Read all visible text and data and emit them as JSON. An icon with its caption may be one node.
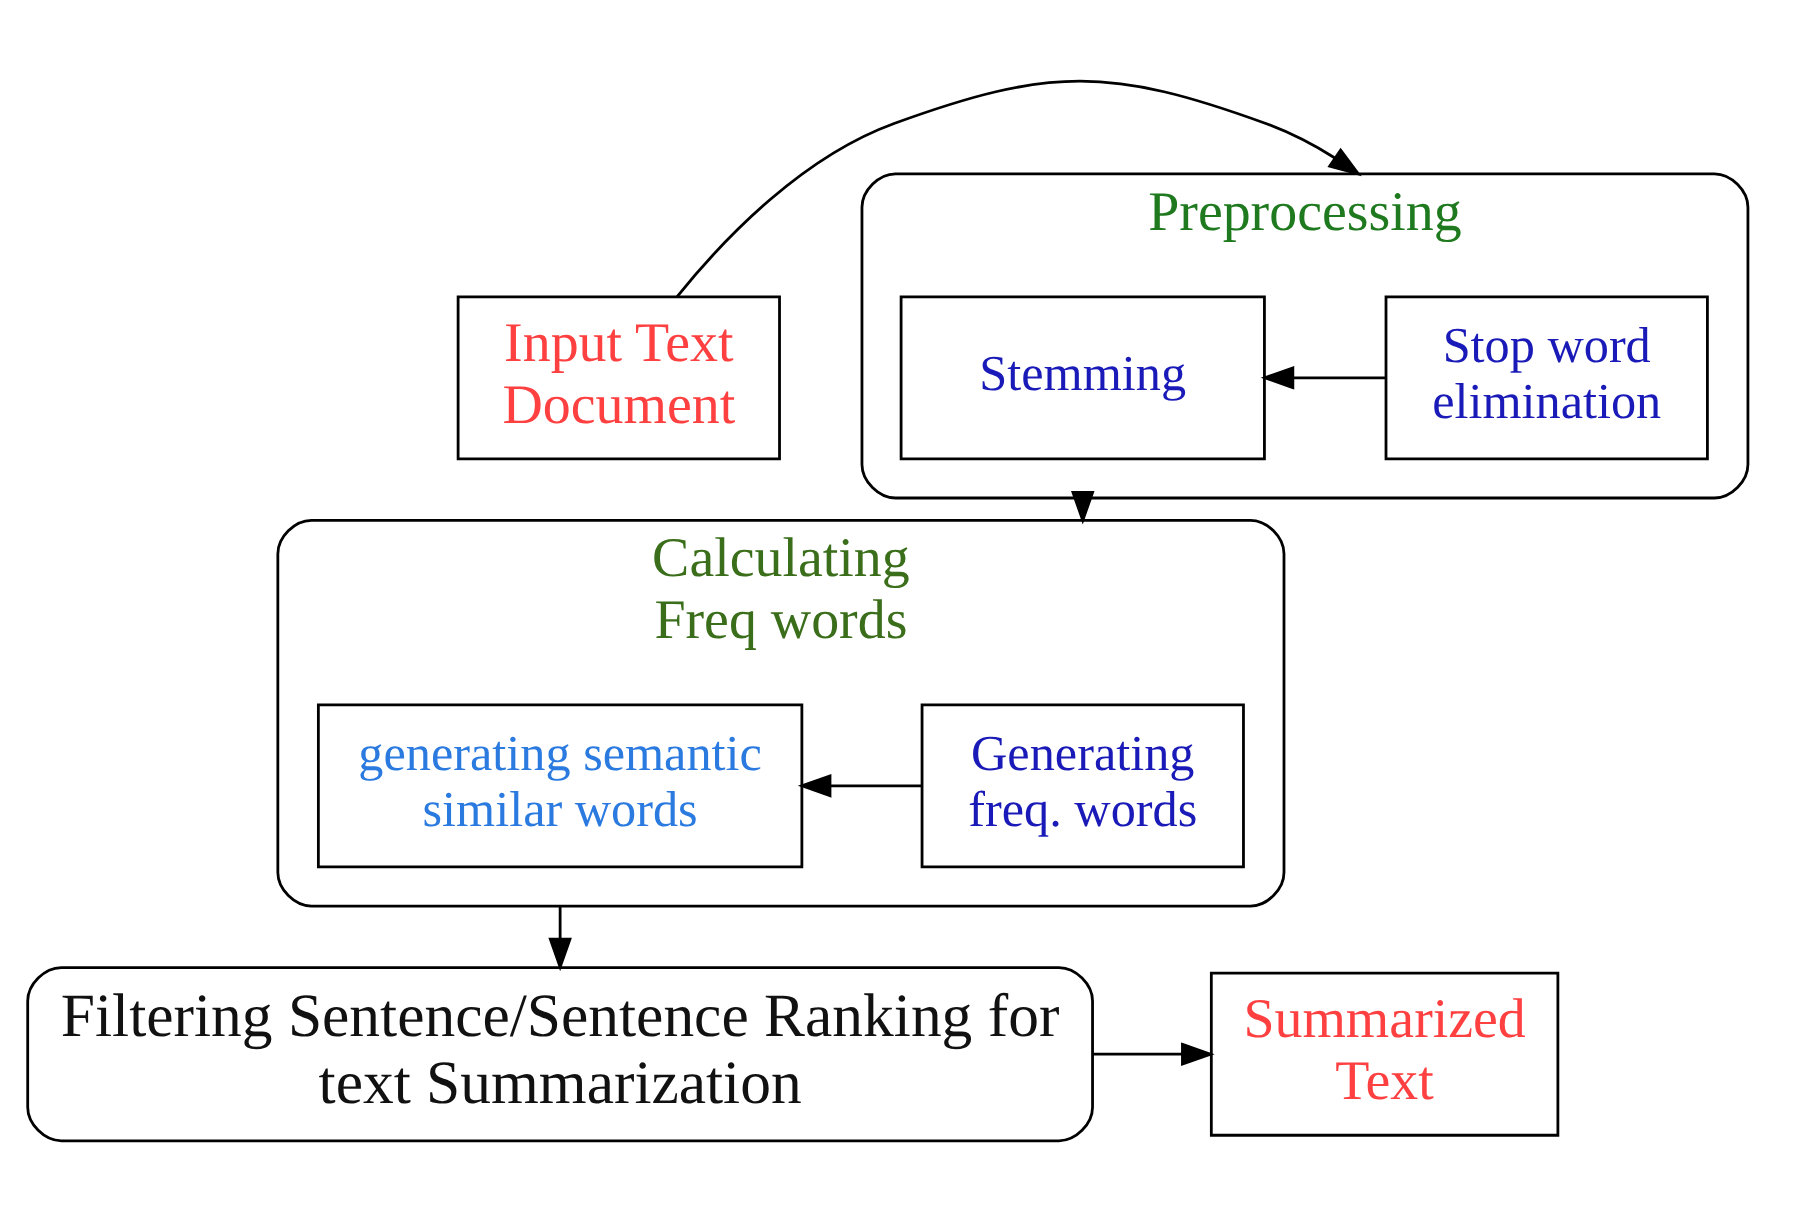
{
  "diagram": {
    "nodes": [
      {
        "text": [
          "Input Text Document"
        ]
      },
      {
        "text": [
          "Preprocessing"
        ]
      },
      {
        "text": [
          "Stop word elimination"
        ],
        "in": 1
      },
      {
        "text": [
          "Stemming"
        ],
        "in": 1
      },
      {
        "text": [
          "Calculating Freq words"
        ]
      },
      {
        "text": [
          "Generating freq. words"
        ],
        "in": 4
      },
      {
        "text": [
          "generating semantic similar words"
        ],
        "in": 4
      },
      {
        "text": [
          "Filtering Sentence/Sentence Ranking for text Summarization"
        ]
      },
      {
        "text": [
          "Summarized Text"
        ]
      }
    ],
    "edges": [
      {
        "from": 0,
        "to": 1,
        "arrow": "to"
      },
      {
        "from": 2,
        "to": 3,
        "arrow": "to"
      },
      {
        "from": 1,
        "to": 4,
        "arrow": "to"
      },
      {
        "from": 5,
        "to": 6,
        "arrow": "to"
      },
      {
        "from": 4,
        "to": 7,
        "arrow": "to"
      },
      {
        "from": 7,
        "to": 8,
        "arrow": "to"
      }
    ]
  }
}
